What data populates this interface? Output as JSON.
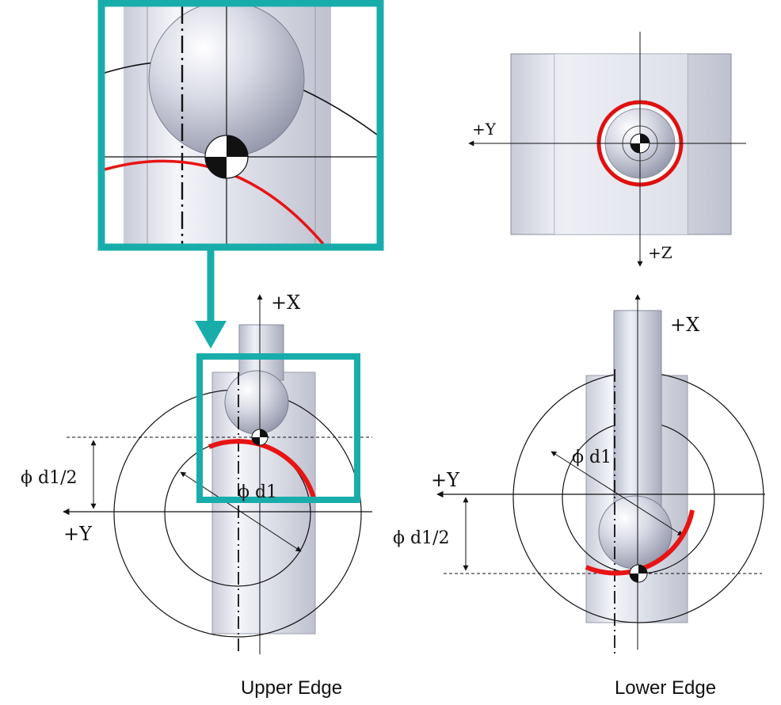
{
  "labels": {
    "top_plus_y": "+Y",
    "top_plus_z": "+Z",
    "upper_plus_x": "+X",
    "upper_plus_y": "+Y",
    "upper_radius": "ϕ d1/2",
    "upper_diameter": "ϕ d1",
    "lower_plus_x": "+X",
    "lower_plus_y": "+Y",
    "lower_radius": "ϕ d1/2",
    "lower_diameter": "ϕ d1"
  },
  "captions": {
    "upper": "Upper Edge",
    "lower": "Lower Edge"
  },
  "colors": {
    "highlight_box": "#18adab",
    "arc_red": "#e81414",
    "ring_red": "#e01010",
    "cylinder_fill": "#e4e6ef",
    "line": "#111111"
  }
}
